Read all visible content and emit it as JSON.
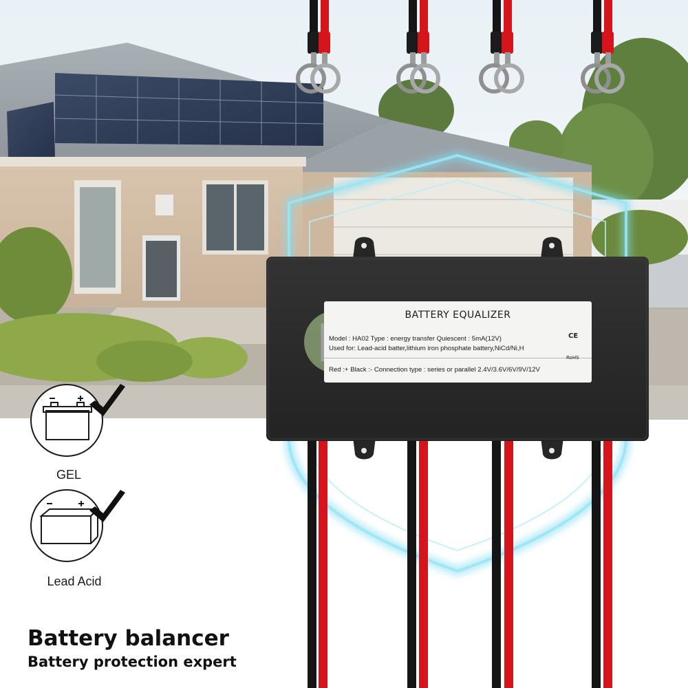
{
  "product_label": {
    "title": "BATTERY EQUALIZER",
    "model_line": "Model : HA02 Type : energy transfer Quiescent :  5mA(12V)",
    "used_for_line": "Used for: Lead-acid batter,lithium iron phosphate battery,NiCd/Ni,H",
    "connection_line": "Red :+ Black :- Connection type : series or parallel 2.4V/3.6V/6V/9V/12V",
    "ce_mark": "CE",
    "rohs_mark": "RoHS"
  },
  "battery_types": [
    {
      "label": "GEL",
      "icon": "gel-battery-icon",
      "supported": true
    },
    {
      "label": "Lead Acid",
      "icon": "lead-acid-battery-icon",
      "supported": true
    }
  ],
  "tagline": {
    "headline": "Battery balancer",
    "subline": "Battery protection expert"
  },
  "colors": {
    "device_body": "#2b2b2b",
    "wire_red": "#d6141c",
    "wire_black": "#151515",
    "shield_glow": "#6fd8ec",
    "label_background": "#f4f4f2"
  }
}
